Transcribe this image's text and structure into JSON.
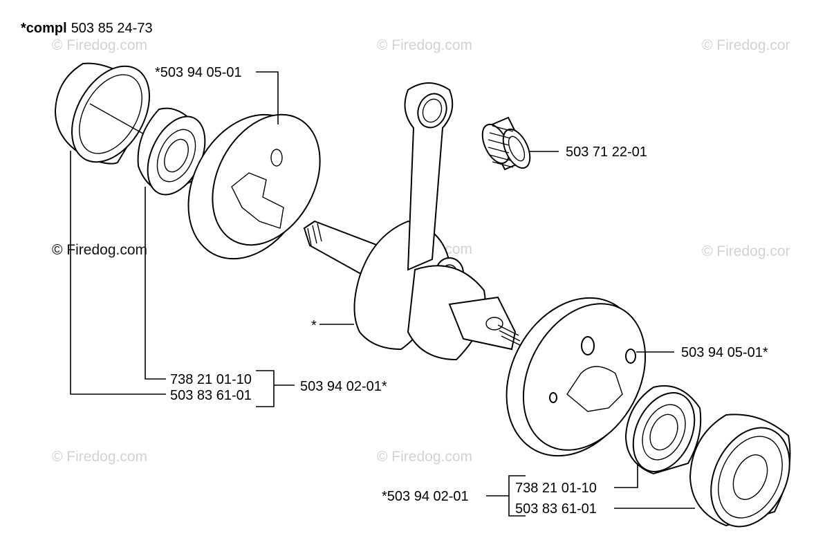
{
  "header": {
    "compl_prefix": "*compl",
    "compl_number": "503 85 24-73"
  },
  "watermark": "© Firedog.com",
  "watermark_dark": "© Firedog.com",
  "watermark_cut": "© Firedog.cor",
  "labels": {
    "top_flywheel_half": "*503 94 05-01",
    "needle_bearing": "503 71 22-01",
    "right_flywheel_half": "503 94 05-01*",
    "crank_star": "*",
    "left_bearing": "738 21 01-10",
    "left_seal": "503 83 61-01",
    "left_kit": "503 94 02-01*",
    "right_kit": "*503 94 02-01",
    "right_bearing": "738 21 01-10",
    "right_seal": "503 83 61-01"
  }
}
